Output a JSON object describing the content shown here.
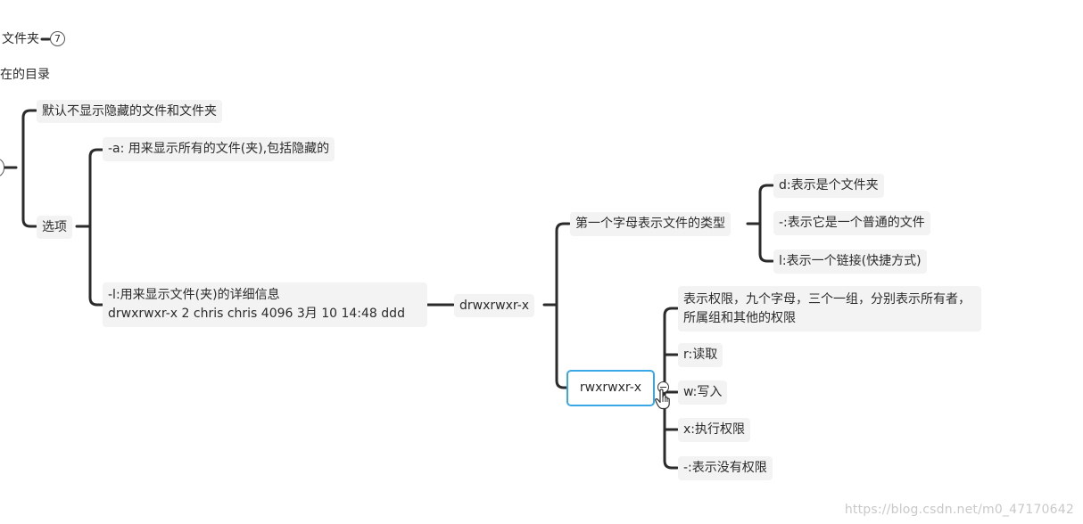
{
  "mindmap": {
    "partial_top_1": "文件夹",
    "partial_top_1_count": "7",
    "partial_top_2": "在的目录",
    "default_note": "默认不显示隐藏的文件和文件夹",
    "options_label": "选项",
    "opt_a": "-a: 用来显示所有的文件(夹),包括隐藏的",
    "opt_l_line1": "-l:用来显示文件(夹)的详细信息",
    "opt_l_line2": "drwxrwxr-x 2 chris chris 4096 3月  10 14:48 ddd",
    "perm_string": "drwxrwxr-x",
    "first_char": "第一个字母表示文件的类型",
    "type_d": "d:表示是个文件夹",
    "type_dash": "-:表示它是一个普通的文件",
    "type_l": "l:表示一个链接(快捷方式)",
    "rwx_node": "rwxrwxr-x",
    "perm_desc": "表示权限，九个字母，三个一组，分别表示所有者，所属组和其他的权限",
    "perm_r": "r:读取",
    "perm_w": "w:写入",
    "perm_x": "x:执行权限",
    "perm_dash": "-:表示没有权限"
  },
  "watermark": "https://blog.csdn.net/m0_47170642",
  "colors": {
    "line": "#2b2b2b",
    "node_bg": "#f3f3f3",
    "selected_border": "#3aa8e6"
  }
}
